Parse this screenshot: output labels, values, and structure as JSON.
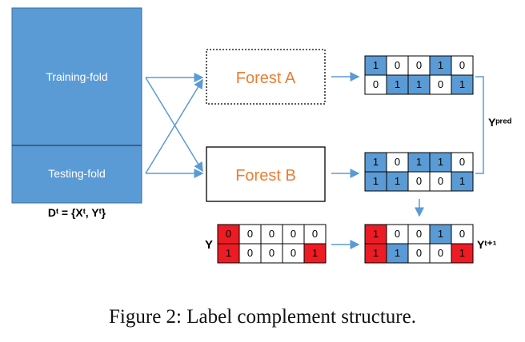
{
  "colors": {
    "blue": "#5b9bd5",
    "red": "#ed1c24",
    "orange": "#ed7d31",
    "arrow": "#5b9bd5",
    "border": "#000000"
  },
  "dataset": {
    "training_label": "Training-fold",
    "testing_label": "Testing-fold",
    "formula": "Dᵗ = {Xᵗ, Yᵗ}"
  },
  "forests": {
    "a_label": "Forest A",
    "b_label": "Forest B"
  },
  "matrices": {
    "pred_a": [
      [
        "1",
        "0",
        "0",
        "1",
        "0"
      ],
      [
        "0",
        "1",
        "1",
        "0",
        "1"
      ]
    ],
    "pred_a_fill": [
      [
        "b",
        "w",
        "w",
        "b",
        "w"
      ],
      [
        "w",
        "b",
        "b",
        "w",
        "b"
      ]
    ],
    "pred_b": [
      [
        "1",
        "0",
        "1",
        "1",
        "0"
      ],
      [
        "1",
        "1",
        "0",
        "0",
        "1"
      ]
    ],
    "pred_b_fill": [
      [
        "b",
        "w",
        "b",
        "b",
        "w"
      ],
      [
        "b",
        "b",
        "w",
        "w",
        "b"
      ]
    ],
    "y": [
      [
        "0",
        "0",
        "0",
        "0",
        "0"
      ],
      [
        "1",
        "0",
        "0",
        "0",
        "1"
      ]
    ],
    "y_fill": [
      [
        "r",
        "w",
        "w",
        "w",
        "w"
      ],
      [
        "r",
        "w",
        "w",
        "w",
        "r"
      ]
    ],
    "y_next": [
      [
        "1",
        "0",
        "0",
        "1",
        "0"
      ],
      [
        "1",
        "1",
        "0",
        "0",
        "1"
      ]
    ],
    "y_next_fill": [
      [
        "r",
        "w",
        "w",
        "b",
        "w"
      ],
      [
        "r",
        "b",
        "w",
        "w",
        "r"
      ]
    ]
  },
  "labels": {
    "y": "Y",
    "y_pred": "Yᵖʳᵉᵈ",
    "y_next": "Yᵗ⁺¹"
  },
  "caption": "Figure 2: Label complement structure."
}
